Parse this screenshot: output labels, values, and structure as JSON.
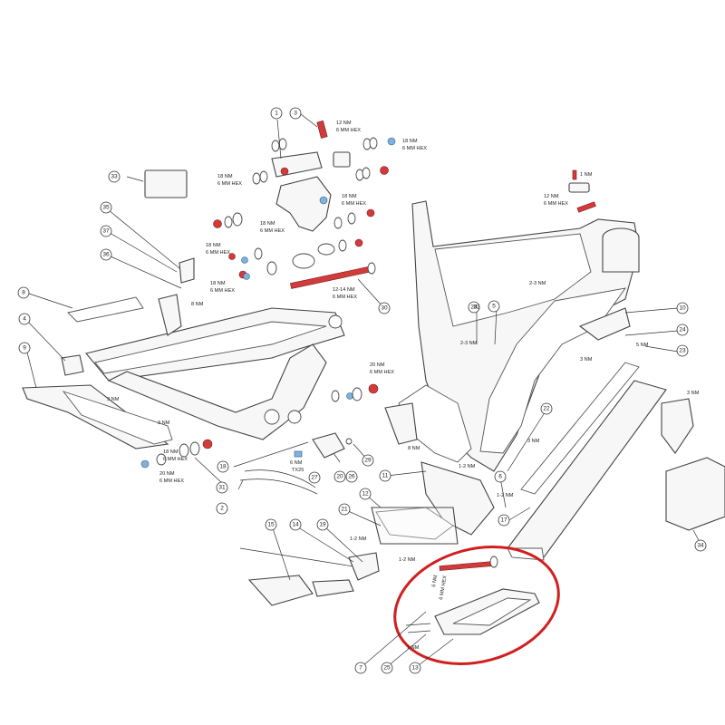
{
  "callouts": [
    {
      "n": "1"
    },
    {
      "n": "2"
    },
    {
      "n": "3"
    },
    {
      "n": "4"
    },
    {
      "n": "5"
    },
    {
      "n": "6"
    },
    {
      "n": "7"
    },
    {
      "n": "8"
    },
    {
      "n": "9"
    },
    {
      "n": "10"
    },
    {
      "n": "11"
    },
    {
      "n": "12"
    },
    {
      "n": "13"
    },
    {
      "n": "14"
    },
    {
      "n": "15"
    },
    {
      "n": "17"
    },
    {
      "n": "18"
    },
    {
      "n": "19"
    },
    {
      "n": "20"
    },
    {
      "n": "21"
    },
    {
      "n": "22"
    },
    {
      "n": "23"
    },
    {
      "n": "24"
    },
    {
      "n": "25"
    },
    {
      "n": "26"
    },
    {
      "n": "27"
    },
    {
      "n": "28"
    },
    {
      "n": "29"
    },
    {
      "n": "30"
    },
    {
      "n": "31"
    },
    {
      "n": "32"
    },
    {
      "n": "33"
    },
    {
      "n": "34"
    },
    {
      "n": "35"
    },
    {
      "n": "36"
    },
    {
      "n": "37"
    }
  ],
  "torque_labels": [
    {
      "l1": "12 NM",
      "l2": "6 MM HEX"
    },
    {
      "l1": "18 NM",
      "l2": "6 MM HEX"
    },
    {
      "l1": "18 NM",
      "l2": "6 MM HEX"
    },
    {
      "l1": "18 NM",
      "l2": "6 MM HEX"
    },
    {
      "l1": "18 NM",
      "l2": "6 MM HEX"
    },
    {
      "l1": "18 NM",
      "l2": "6 MM HEX"
    },
    {
      "l1": "18 NM",
      "l2": "6 MM HEX"
    },
    {
      "l1": "18 NM",
      "l2": "6 MM HEX"
    },
    {
      "l1": "12-14 NM",
      "l2": "6 MM HEX"
    },
    {
      "l1": "20 NM",
      "l2": "6 MM HEX"
    },
    {
      "l1": "20 NM",
      "l2": "6 MM HEX"
    },
    {
      "l1": "12 NM",
      "l2": "6 MM HEX"
    },
    {
      "l1": "6 NM",
      "l2": "6 MM HEX"
    },
    {
      "l1": "6 NM",
      "l2": "TX25"
    }
  ],
  "small_labels": [
    "1 NM",
    "3 NM",
    "3 NM",
    "8 NM",
    "8 NM",
    "2-3 NM",
    "2-3 NM",
    "3 NM",
    "5 NM",
    "3 NM",
    "3 NM",
    "1-2 NM",
    "1-2 NM",
    "1-2 NM",
    "1-2 NM",
    "1 NM"
  ],
  "colors": {
    "line": "#444444",
    "torque_part": "#d23b3b",
    "bushing": "#7fb2dc",
    "highlight": "#d11f1f"
  }
}
